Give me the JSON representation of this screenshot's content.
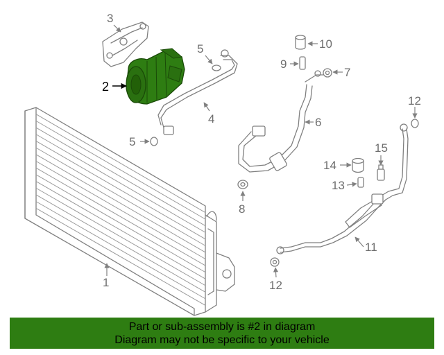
{
  "diagram": {
    "callouts": {
      "c1": "1",
      "c2": "2",
      "c3": "3",
      "c4": "4",
      "c5a": "5",
      "c5b": "5",
      "c6": "6",
      "c7": "7",
      "c8": "8",
      "c9": "9",
      "c10": "10",
      "c11": "11",
      "c12a": "12",
      "c12b": "12",
      "c13": "13",
      "c14": "14",
      "c15": "15"
    },
    "highlight_color": "#2e7d12"
  },
  "banner": {
    "line1": "Part or sub-assembly is #2 in diagram",
    "line2": "Diagram may not be specific to your vehicle",
    "background": "#2e7d12"
  }
}
